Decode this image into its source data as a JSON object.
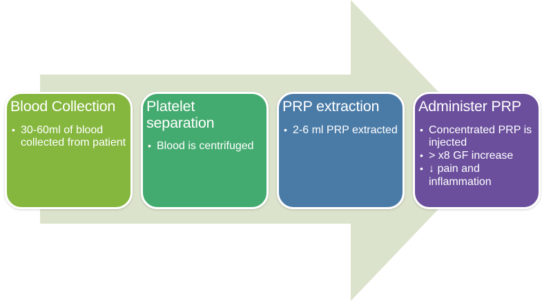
{
  "diagram": {
    "type": "process-flow",
    "background_color": "#FFFFFF",
    "text_color": "#FFFFFF",
    "card_border_color": "#FFFFFF",
    "arrow": {
      "direction": "right",
      "color": "#DCE3CC"
    },
    "steps": [
      {
        "title": "Blood Collection",
        "color": "#85B73E",
        "bullets": [
          "30-60ml of blood collected from patient"
        ]
      },
      {
        "title": "Platelet separation",
        "color": "#44AB70",
        "bullets": [
          "Blood is centrifuged"
        ]
      },
      {
        "title": "PRP extraction",
        "color": "#4A7BA7",
        "bullets": [
          "2-6 ml PRP extracted"
        ]
      },
      {
        "title": "Administer PRP",
        "color": "#6B4F9D",
        "bullets": [
          "Concentrated PRP is injected",
          "> x8 GF increase",
          "↓ pain and inflammation"
        ]
      }
    ]
  }
}
